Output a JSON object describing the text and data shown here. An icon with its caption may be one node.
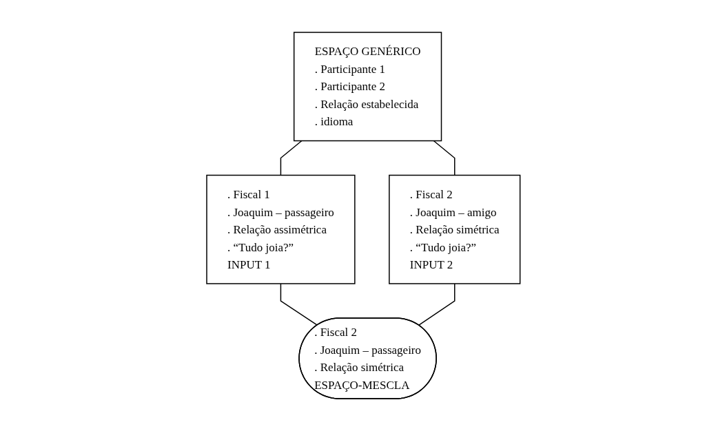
{
  "diagram": {
    "nodes": [
      {
        "text": [
          "ESPAÇO GENÉRICO",
          ". Participante 1",
          ". Participante 2",
          ". Relação estabelecida",
          ". idioma"
        ]
      },
      {
        "text": [
          ". Fiscal 1",
          ". Joaquim – passageiro",
          ". Relação assimétrica",
          ". “Tudo joia?”",
          "INPUT 1"
        ]
      },
      {
        "text": [
          ". Fiscal 2",
          ". Joaquim – amigo",
          ". Relação simétrica",
          ". “Tudo joia?”",
          "INPUT 2"
        ]
      },
      {
        "text": [
          ". Fiscal 2",
          ". Joaquim – passageiro",
          ". Relação simétrica",
          "ESPAÇO-MESCLA"
        ]
      }
    ],
    "edges": [
      {
        "from": 0,
        "to": 1,
        "arrow": "none"
      },
      {
        "from": 0,
        "to": 2,
        "arrow": "none"
      },
      {
        "from": 1,
        "to": 3,
        "arrow": "none"
      },
      {
        "from": 2,
        "to": 3,
        "arrow": "none"
      }
    ]
  }
}
